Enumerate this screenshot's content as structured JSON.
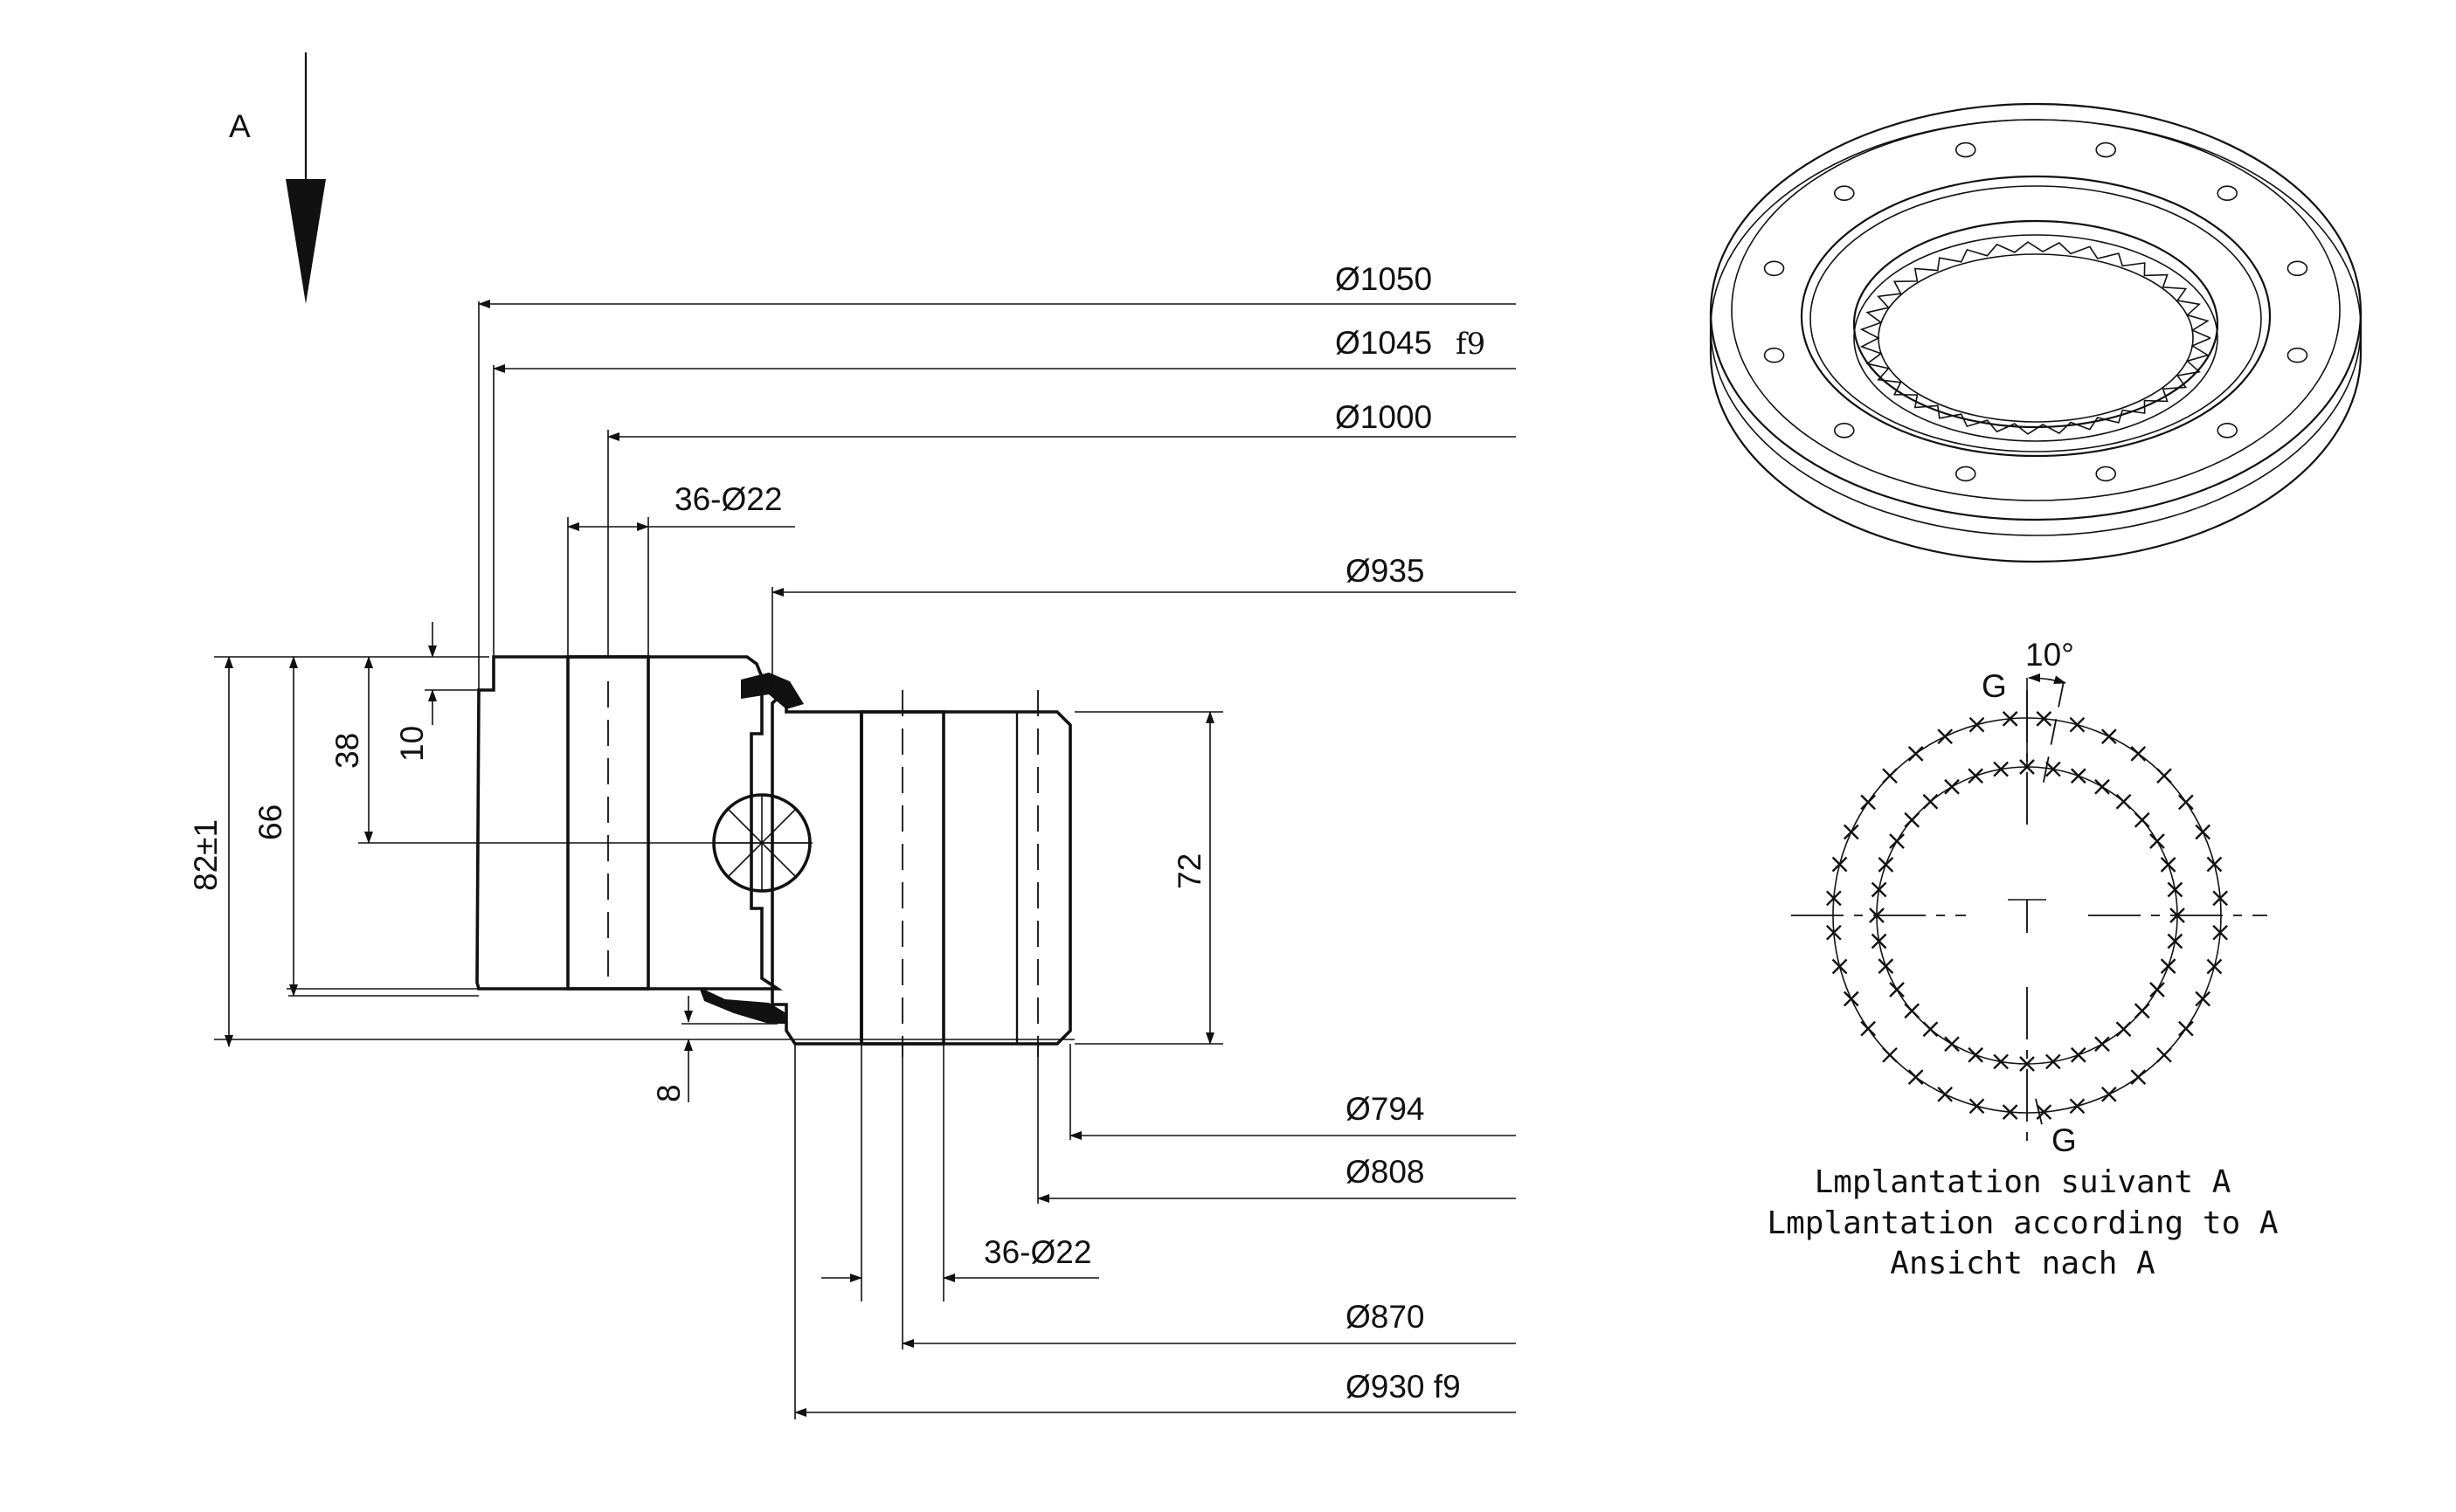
{
  "view_marker": {
    "letter": "A"
  },
  "diameters": {
    "d1050": "Ø1050",
    "d1045": "Ø1045",
    "d1045_tol": "f9",
    "d1000": "Ø1000",
    "holes_top": "36-Ø22",
    "d935": "Ø935",
    "d794": "Ø794",
    "d808": "Ø808",
    "holes_bottom": "36-Ø22",
    "d870": "Ø870",
    "d930": "Ø930 f9"
  },
  "heights": {
    "h82": "82±1",
    "h66": "66",
    "h38": "38",
    "h10": "10",
    "h72": "72",
    "h8": "8"
  },
  "pattern_view": {
    "angle": "10°",
    "g_top": "G",
    "g_bottom": "G",
    "caption_fr": "Lmplantation suivant A",
    "caption_en": "Lmplantation according to A",
    "caption_de": "Ansicht nach A"
  },
  "colors": {
    "ink": "#111111",
    "background": "#ffffff"
  },
  "icons": {
    "view_arrow": "arrow-down-icon",
    "rendering": "slewing-ring-3d-icon"
  }
}
